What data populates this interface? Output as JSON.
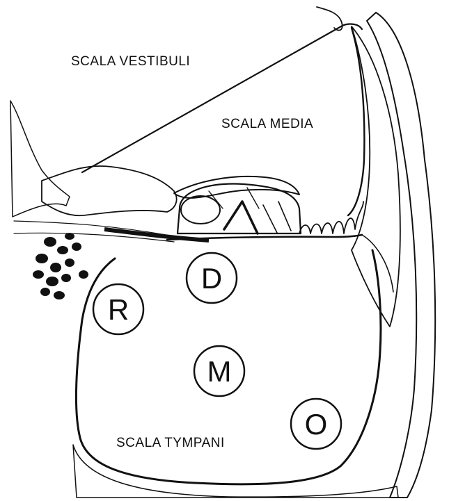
{
  "regions": {
    "scala_vestibuli": "SCALA VESTIBULI",
    "scala_media": "SCALA MEDIA",
    "scala_tympani": "SCALA TYMPANI"
  },
  "markers": {
    "d": "D",
    "r": "R",
    "m": "M",
    "o": "O"
  },
  "colors": {
    "ink": "#111111",
    "paper": "#ffffff"
  }
}
